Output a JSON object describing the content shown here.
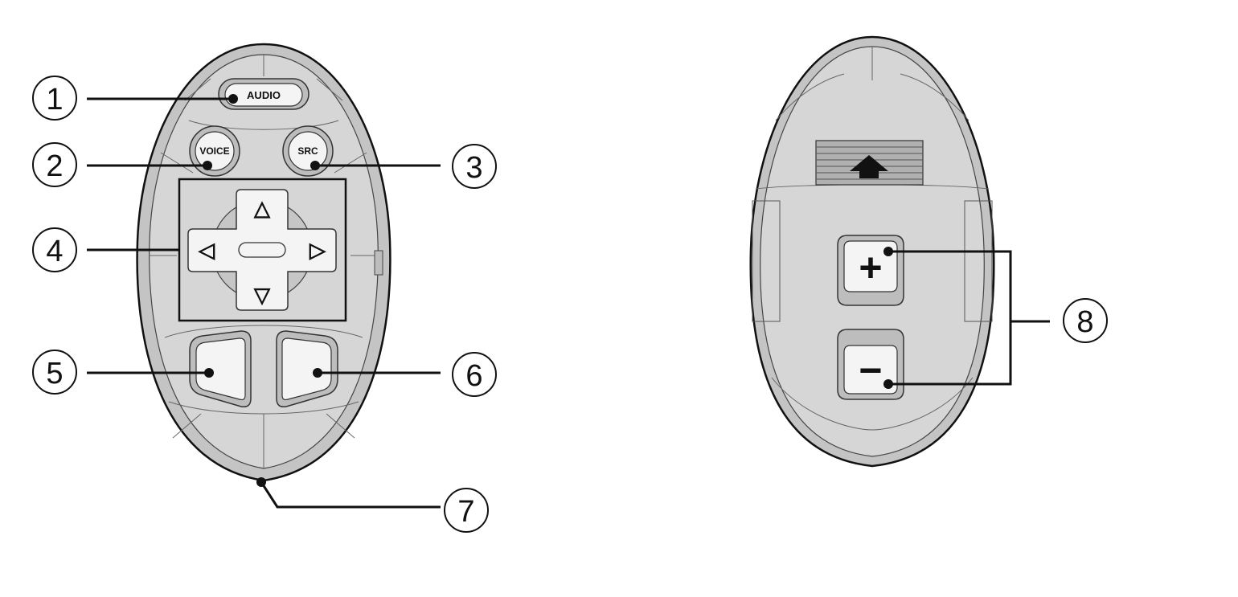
{
  "front_remote": {
    "buttons": {
      "audio_label": "AUDIO",
      "voice_label": "VOICE",
      "src_label": "SRC"
    },
    "dpad": {
      "up_glyph": "△",
      "down_glyph": "▽",
      "left_glyph": "◁",
      "right_glyph": "▷"
    }
  },
  "back_remote": {
    "eject_glyph": "▲",
    "plus_glyph": "+",
    "minus_glyph": "−"
  },
  "callouts": [
    {
      "number": "1",
      "target": "audio-button"
    },
    {
      "number": "2",
      "target": "voice-button"
    },
    {
      "number": "3",
      "target": "src-button"
    },
    {
      "number": "4",
      "target": "directional-pad"
    },
    {
      "number": "5",
      "target": "left-lower-button"
    },
    {
      "number": "6",
      "target": "right-lower-button"
    },
    {
      "number": "7",
      "target": "remote-bottom"
    },
    {
      "number": "8",
      "target": "volume-buttons"
    }
  ],
  "colors": {
    "body_fill": "#d4d4d4",
    "rim_fill": "#bdbdbd",
    "button_fill": "#f4f4f4",
    "line": "#111111"
  }
}
